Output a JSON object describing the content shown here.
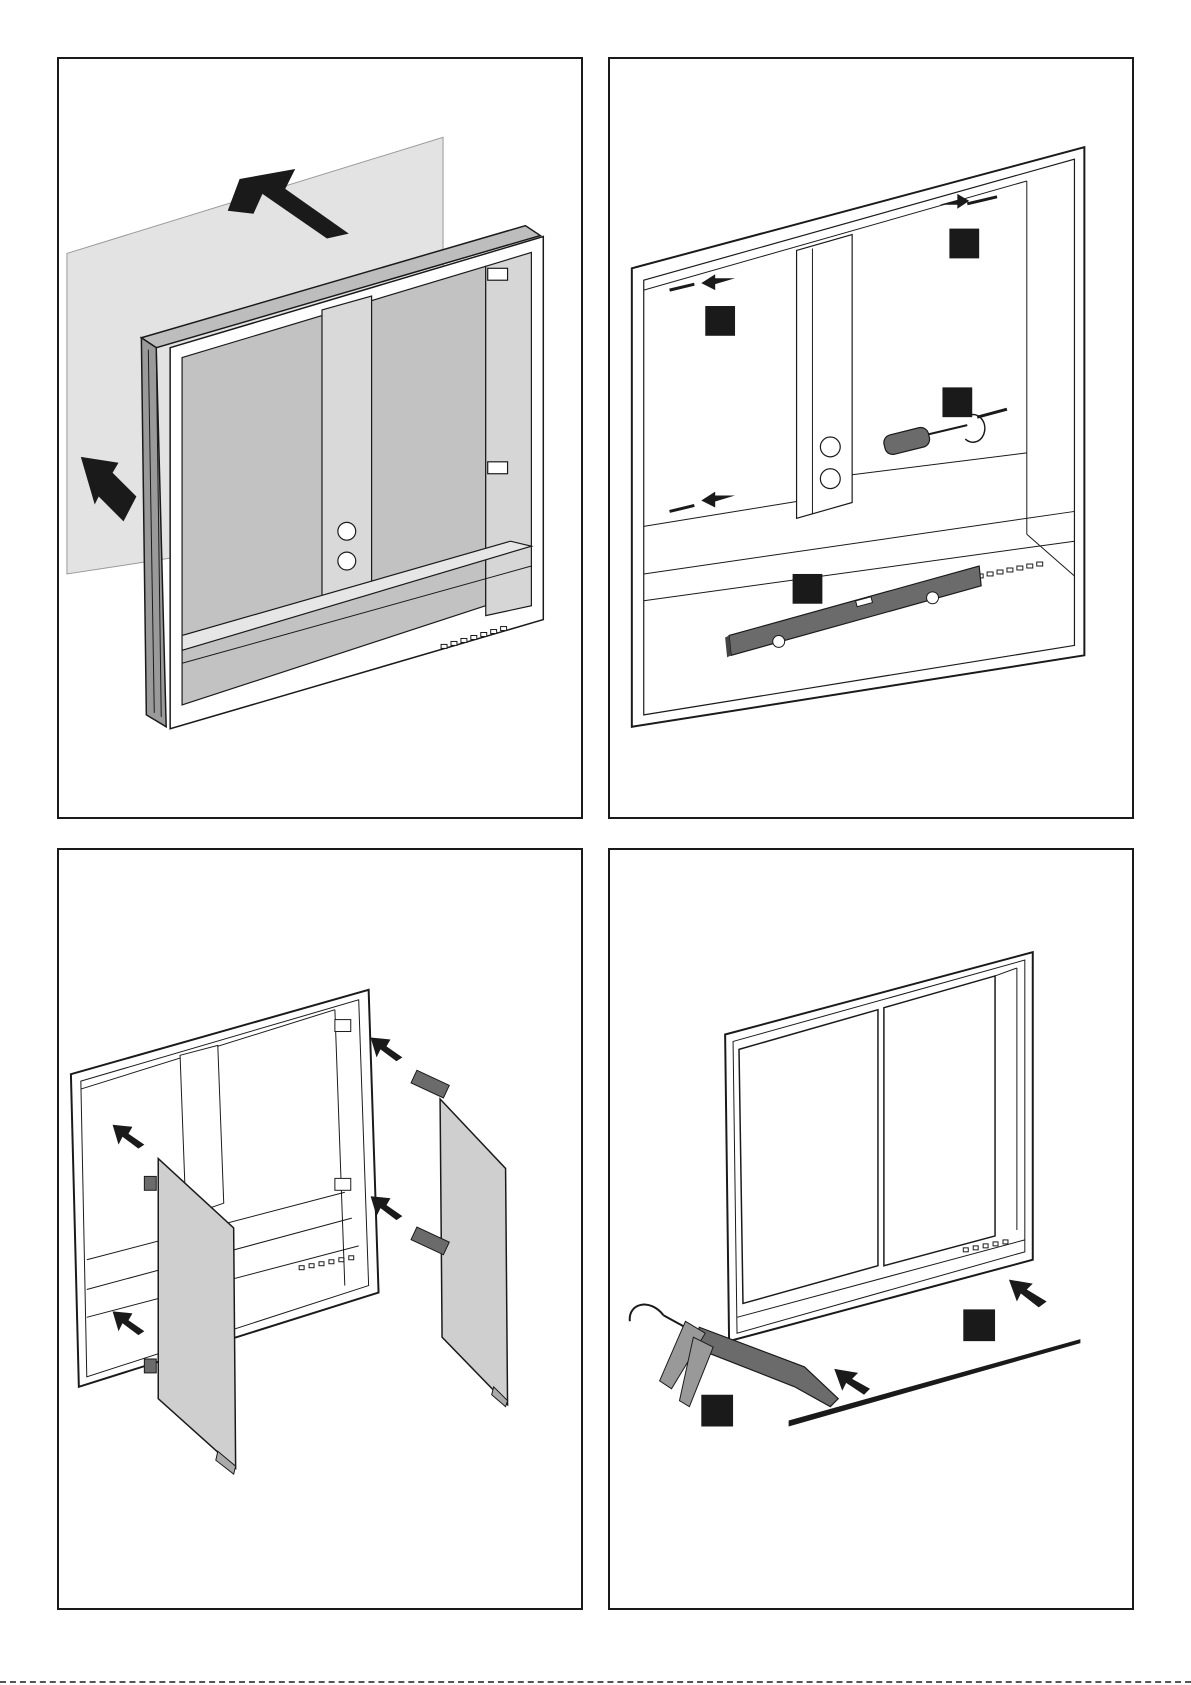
{
  "page": {
    "steps": [
      {
        "id": "step-1",
        "subject": "cabinet-insertion-into-wall-recess"
      },
      {
        "id": "step-2",
        "subject": "leveling-and-screw-fixing"
      },
      {
        "id": "step-3",
        "subject": "door-hinge-mounting"
      },
      {
        "id": "step-4",
        "subject": "silicone-sealing"
      }
    ],
    "colors": {
      "line": "#1a1a1a",
      "wall": "#e3e3e3",
      "cabinet_interior": "#c2c2c2",
      "door": "#cfcfcf",
      "tool": "#6b6b6b",
      "marker": "#1a1a1a"
    },
    "icons": [
      "arrow-icon",
      "screw-icon",
      "screwdriver-icon",
      "spirit-level-icon",
      "hinge-icon",
      "caulking-gun-icon",
      "rotation-icon"
    ]
  }
}
